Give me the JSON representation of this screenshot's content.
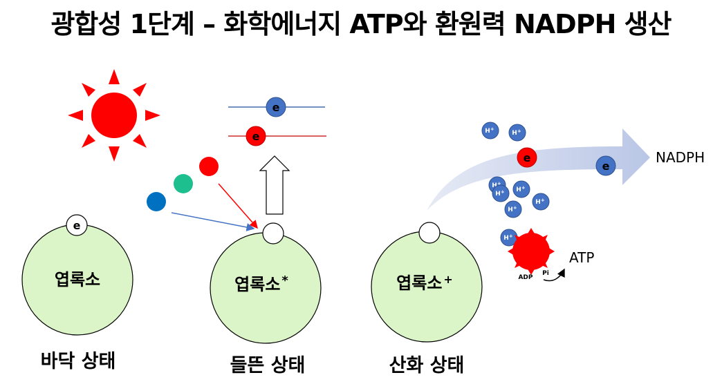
{
  "title": "광합성 1단계 – 화학에너지 ATP와 환원력 NADPH 생산",
  "electron_symbol": "e",
  "proton_label": "H+",
  "states": [
    {
      "name": "엽록소",
      "superscript": "",
      "caption": "바닥 상태"
    },
    {
      "name": "엽록소",
      "superscript": "*",
      "caption": "들뜬 상태"
    },
    {
      "name": "엽록소",
      "superscript": "+",
      "caption": "산화 상태"
    }
  ],
  "products": {
    "nadph": "NADPH",
    "atp": "ATP",
    "adp": "ADP",
    "pi": "Pi"
  },
  "colors": {
    "chlorophyll_fill": "#dcf5c8",
    "sun": "#ff0000",
    "electron_blue": "#4472c4",
    "electron_red": "#ff0000",
    "photon_green": "#1dbf8f",
    "photon_blue": "#0070c0",
    "arrow_band": "#c9d3ec",
    "atp_synthase": "#ff0000",
    "ground_line": "#1f4e9a",
    "excited_line": "#c00000"
  }
}
